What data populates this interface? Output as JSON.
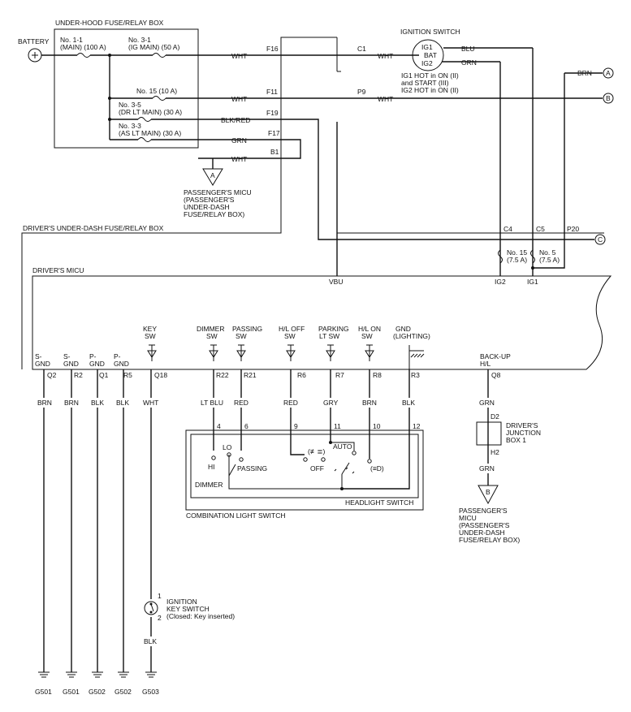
{
  "under_hood_box": {
    "title": "UNDER-HOOD FUSE/RELAY BOX",
    "battery": "BATTERY",
    "fuse_1_1_a": "No. 1-1",
    "fuse_1_1_b": "(MAIN) (100 A)",
    "fuse_3_1_a": "No. 3-1",
    "fuse_3_1_b": "(IG MAIN) (50 A)",
    "fuse_15": "No. 15 (10 A)",
    "fuse_3_5_a": "No. 3-5",
    "fuse_3_5_b": "(DR LT MAIN) (30 A)",
    "fuse_3_3_a": "No. 3-3",
    "fuse_3_3_b": "(AS LT MAIN) (30 A)"
  },
  "wires": {
    "wht": "WHT",
    "blu": "BLU",
    "orn": "ORN",
    "brn": "BRN",
    "blk_red": "BLK/RED",
    "grn": "GRN",
    "blk": "BLK",
    "lt_blu": "LT BLU",
    "red": "RED",
    "gry": "GRY"
  },
  "terminals": {
    "f16": "F16",
    "f11": "F11",
    "f19": "F19",
    "f17": "F17",
    "b1": "B1",
    "c1": "C1",
    "p9": "P9",
    "c4": "C4",
    "c5": "C5",
    "p20": "P20",
    "vbu": "VBU",
    "ig2": "IG2",
    "ig1": "IG1",
    "q2": "Q2",
    "r2": "R2",
    "q1": "Q1",
    "r5": "R5",
    "q18": "Q18",
    "r22": "R22",
    "r21": "R21",
    "r6": "R6",
    "r7": "R7",
    "r8": "R8",
    "r3": "R3",
    "q8": "Q8",
    "d2": "D2",
    "h2": "H2",
    "p4": "4",
    "p6": "6",
    "p9b": "9",
    "p11": "11",
    "p10": "10",
    "p12": "12",
    "k1": "1",
    "k2": "2"
  },
  "ignition_switch": {
    "title": "IGNITION SWITCH",
    "ig1": "IG1",
    "bat": "BAT",
    "ig2": "IG2",
    "note_1": "IG1 HOT in ON (II)",
    "note_2": "and START (III)",
    "note_3": "IG2 HOT in ON (II)"
  },
  "connectors": {
    "a": "A",
    "b": "B",
    "c": "C"
  },
  "passenger_micu_a": {
    "l1": "PASSENGER'S MICU",
    "l2": "(PASSENGER'S",
    "l3": "UNDER-DASH",
    "l4": "FUSE/RELAY BOX)"
  },
  "drivers_box": {
    "title": "DRIVER'S UNDER-DASH FUSE/RELAY BOX",
    "fuse_15_a": "No. 15",
    "fuse_15_b": "(7.5 A)",
    "fuse_5_a": "No. 5",
    "fuse_5_b": "(7.5 A)"
  },
  "drivers_micu": {
    "title": "DRIVER'S MICU",
    "s_gnd_1": "S-",
    "s_gnd_2": "GND",
    "p_gnd_1": "P-",
    "p_gnd_2": "GND",
    "key_sw_1": "KEY",
    "key_sw_2": "SW",
    "dimmer_sw_1": "DIMMER",
    "dimmer_sw_2": "SW",
    "passing_sw_1": "PASSING",
    "passing_sw_2": "SW",
    "hl_off_sw_1": "H/L OFF",
    "hl_off_sw_2": "SW",
    "parking_sw_1": "PARKING",
    "parking_sw_2": "LT SW",
    "hl_on_sw_1": "H/L ON",
    "hl_on_sw_2": "SW",
    "gnd_lighting_1": "GND",
    "gnd_lighting_2": "(LIGHTING)",
    "backup_1": "BACK-UP",
    "backup_2": "H/L"
  },
  "combination_switch": {
    "title": "COMBINATION LIGHT SWITCH",
    "headlight": "HEADLIGHT SWITCH",
    "dimmer": "DIMMER",
    "lo": "LO",
    "hi": "HI",
    "passing": "PASSING",
    "off": "OFF",
    "auto": "AUTO",
    "pos_park": "(≢≣)",
    "pos_head": "(≡D)"
  },
  "junction": {
    "l1": "DRIVER'S",
    "l2": "JUNCTION",
    "l3": "BOX 1"
  },
  "passenger_micu_b": {
    "l1": "PASSENGER'S",
    "l2": "MICU",
    "l3": "(PASSENGER'S",
    "l4": "UNDER-DASH",
    "l5": "FUSE/RELAY BOX)"
  },
  "ignition_key_switch": {
    "l1": "IGNITION",
    "l2": "KEY SWITCH",
    "l3": "(Closed: Key inserted)"
  },
  "grounds": {
    "g1": "G501",
    "g2": "G501",
    "g3": "G502",
    "g4": "G502",
    "g5": "G503"
  }
}
